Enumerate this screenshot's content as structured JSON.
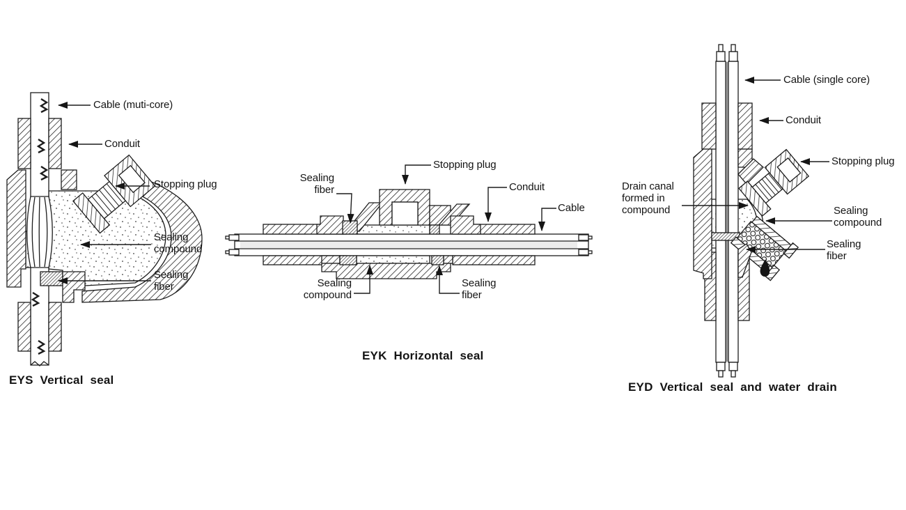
{
  "figure": {
    "background": "#ffffff",
    "ink_color": "#1c1c1c",
    "diagrams": [
      {
        "id": "eys",
        "caption": "EYS Vertical seal",
        "labels": {
          "cable": "Cable (muti-core)",
          "conduit": "Conduit",
          "stopping_plug": "Stopping plug",
          "sealing_compound": "Sealing compound",
          "sealing_fiber": "Sealing fiber"
        }
      },
      {
        "id": "eyk",
        "caption": "EYK Horizontal seal",
        "labels": {
          "sealing_fiber_left": "Sealing fiber",
          "stopping_plug": "Stopping plug",
          "conduit": "Conduit",
          "cable": "Cable",
          "sealing_compound": "Sealing compound",
          "sealing_fiber_right": "Sealing fiber"
        }
      },
      {
        "id": "eyd",
        "caption": "EYD Vertical seal and water drain",
        "labels": {
          "cable": "Cable (single core)",
          "conduit": "Conduit",
          "stopping_plug": "Stopping plug",
          "drain_canal": "Drain canal formed in compound",
          "sealing_compound": "Sealing compound",
          "sealing_fiber": "Sealing fiber"
        }
      }
    ],
    "icons": {
      "water_drop": "droplet"
    }
  }
}
